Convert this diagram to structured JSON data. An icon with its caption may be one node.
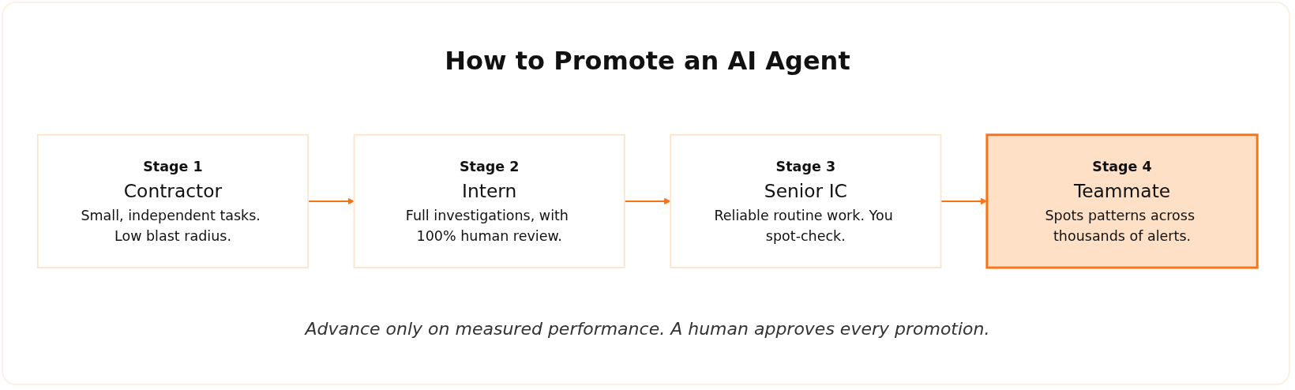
{
  "diagram": {
    "title": "How to Promote an AI Agent",
    "caption": "Advance only on measured performance. A human approves every promotion.",
    "nodes": [
      {
        "text": [
          "Stage 1",
          "Contractor",
          "Small, independent tasks. Low blast radius."
        ]
      },
      {
        "text": [
          "Stage 2",
          "Intern",
          "Full investigations, with 100% human review."
        ]
      },
      {
        "text": [
          "Stage 3",
          "Senior IC",
          "Reliable routine work. You spot-check."
        ]
      },
      {
        "text": [
          "Stage 4",
          "Teammate",
          "Spots patterns across thousands of alerts."
        ]
      }
    ],
    "edges": [
      {
        "from": 0,
        "to": 1,
        "arrow": "to"
      },
      {
        "from": 1,
        "to": 2,
        "arrow": "to"
      },
      {
        "from": 2,
        "to": 3,
        "arrow": "to"
      }
    ]
  }
}
